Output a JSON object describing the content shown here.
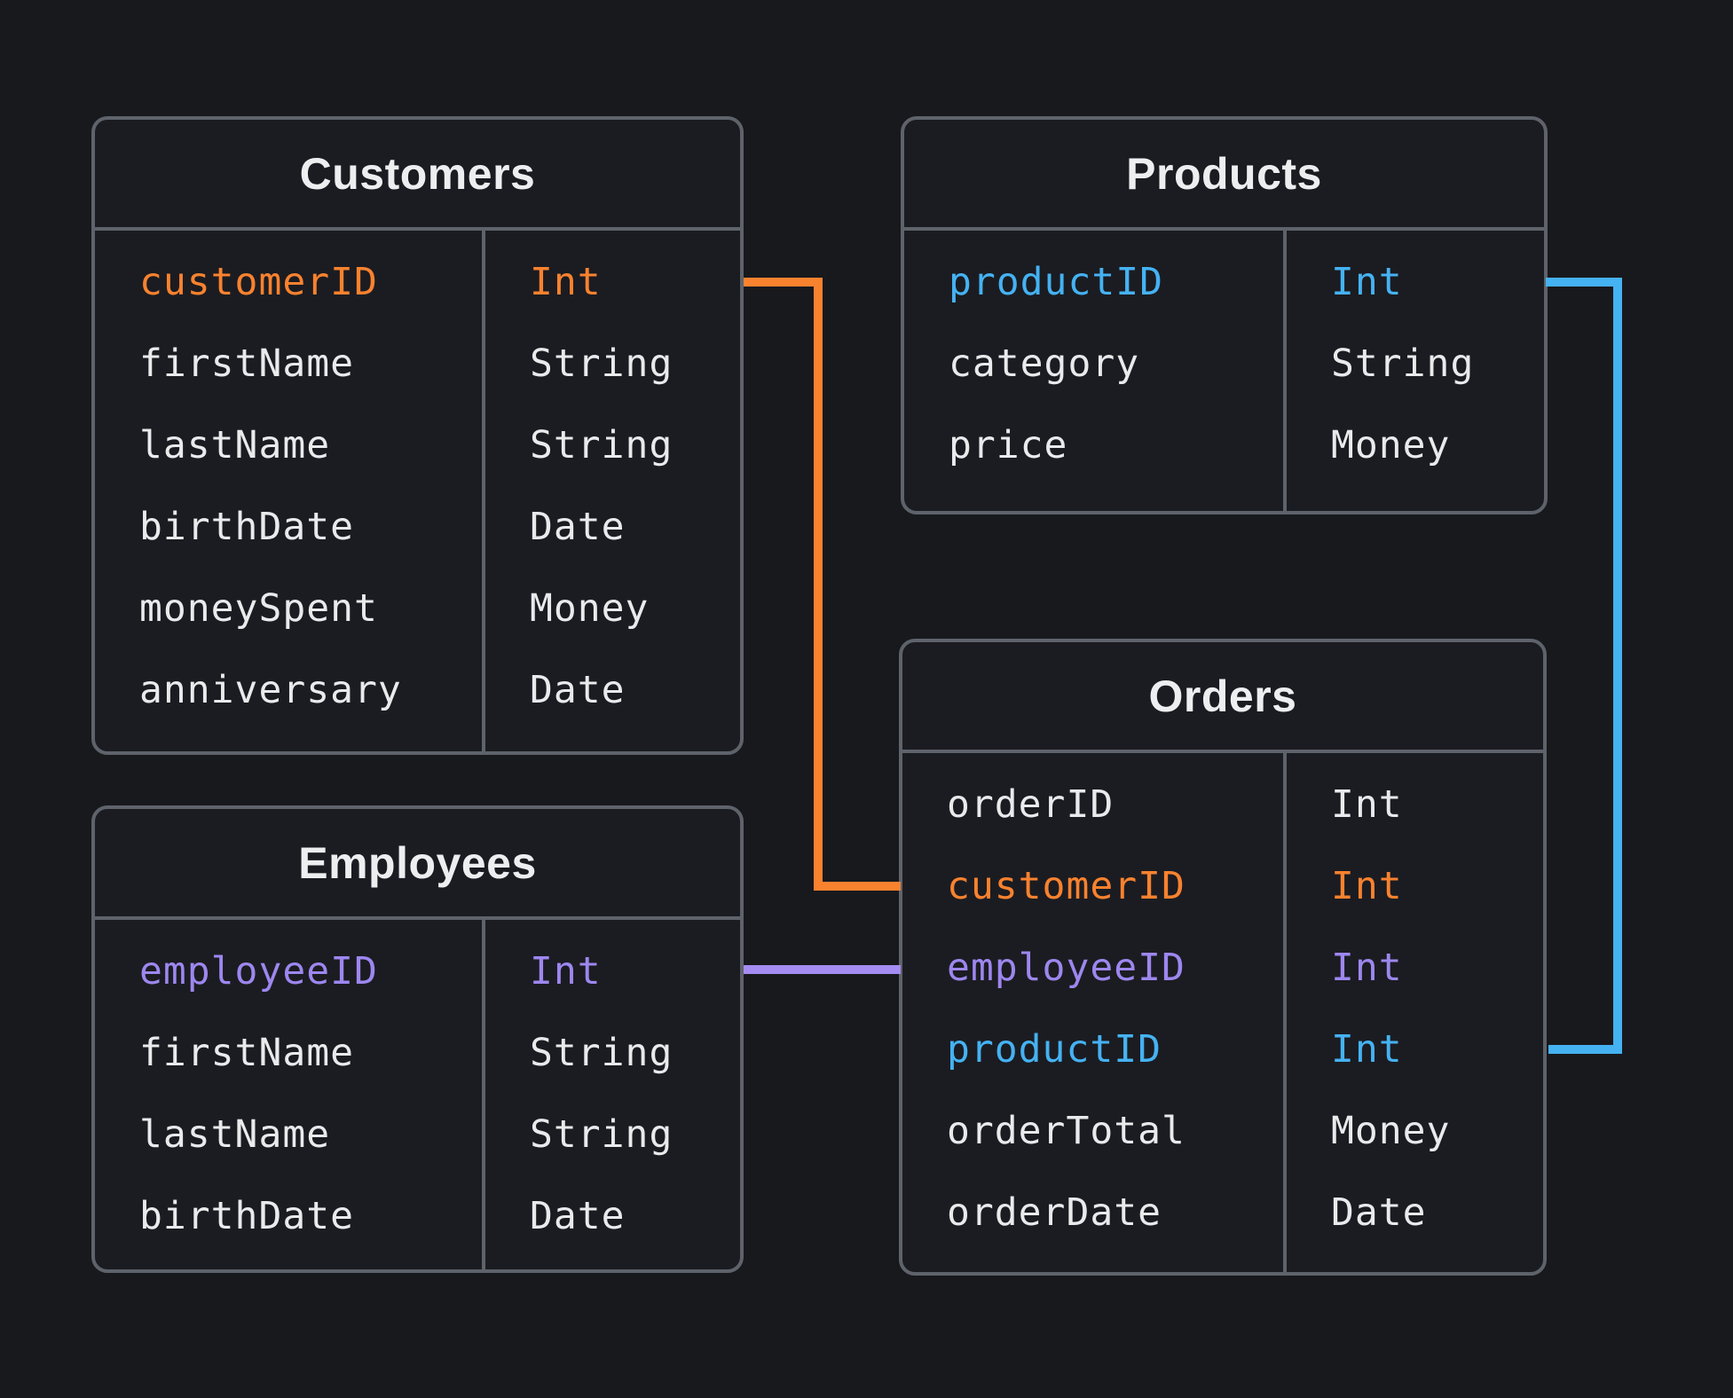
{
  "colors": {
    "page_background": "#18191d",
    "table_background": "#1b1c21",
    "border_gray": "#5e636b",
    "title_text": "#edeef0",
    "field_text": "#e8eaec",
    "accent_orange": "#f9822f",
    "accent_purple": "#9d87ef",
    "accent_blue": "#45b2f2"
  },
  "tables": [
    {
      "title": "Customers",
      "fields": [
        {
          "name": "customerID",
          "type": "Int",
          "color": "#f9822f"
        },
        {
          "name": "firstName",
          "type": "String"
        },
        {
          "name": "lastName",
          "type": "String"
        },
        {
          "name": "birthDate",
          "type": "Date"
        },
        {
          "name": "moneySpent",
          "type": "Money"
        },
        {
          "name": "anniversary",
          "type": "Date"
        }
      ]
    },
    {
      "title": "Products",
      "fields": [
        {
          "name": "productID",
          "type": "Int",
          "color": "#45b2f2"
        },
        {
          "name": "category",
          "type": "String"
        },
        {
          "name": "price",
          "type": "Money"
        }
      ]
    },
    {
      "title": "Employees",
      "fields": [
        {
          "name": "employeeID",
          "type": "Int",
          "color": "#9d87ef"
        },
        {
          "name": "firstName",
          "type": "String"
        },
        {
          "name": "lastName",
          "type": "String"
        },
        {
          "name": "birthDate",
          "type": "Date"
        }
      ]
    },
    {
      "title": "Orders",
      "fields": [
        {
          "name": "orderID",
          "type": "Int"
        },
        {
          "name": "customerID",
          "type": "Int",
          "color": "#f9822f"
        },
        {
          "name": "employeeID",
          "type": "Int",
          "color": "#9d87ef"
        },
        {
          "name": "productID",
          "type": "Int",
          "color": "#45b2f2"
        },
        {
          "name": "orderTotal",
          "type": "Money"
        },
        {
          "name": "orderDate",
          "type": "Date"
        }
      ]
    }
  ],
  "connectors": [
    {
      "from": "Customers.customerID",
      "to": "Orders.customerID",
      "color": "#f9822f"
    },
    {
      "from": "Employees.employeeID",
      "to": "Orders.employeeID",
      "color": "#a48cf2"
    },
    {
      "from": "Products.productID",
      "to": "Orders.productID",
      "color": "#45b2f2"
    }
  ]
}
